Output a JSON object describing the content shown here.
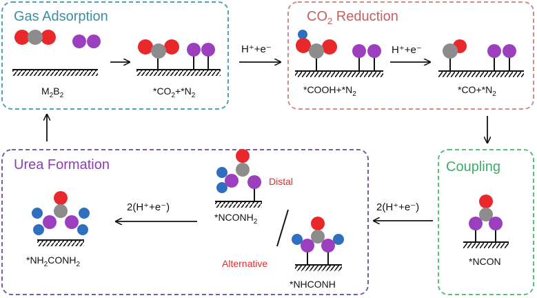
{
  "colors": {
    "O": "#e8282a",
    "C": "#8c8c8c",
    "N": "#9b3fbf",
    "H": "#2f6fbf",
    "gas_box": "#4aa3b8",
    "co2_box": "#d48a8a",
    "coupling_box": "#55c07a",
    "urea_box": "#7b5aa6",
    "accent_text": "#e8282a"
  },
  "boxes": {
    "gas": {
      "title": "Gas Adsorption"
    },
    "co2": {
      "title_pre": "CO",
      "title_sub": "2",
      "title_post": " Reduction"
    },
    "coupling": {
      "title": "Coupling"
    },
    "urea": {
      "title": "Urea Formation"
    }
  },
  "labels": {
    "m2b2": {
      "a": "M",
      "b": "2",
      "c": "B",
      "d": "2"
    },
    "co2_n2": {
      "a": "*CO",
      "b": "2",
      "c": "+*N",
      "d": "2"
    },
    "cooh_n2": {
      "a": "*COOH+*N",
      "b": "2"
    },
    "co_n2": {
      "a": "*CO+*N",
      "b": "2"
    },
    "ncon": "*NCON",
    "nconh2": {
      "a": "*NCONH",
      "b": "2"
    },
    "nhconh": "*NHCONH",
    "nh2conh2": {
      "a": "*NH",
      "b": "2",
      "c": "CONH",
      "d": "2"
    },
    "distal": "Distal",
    "alternative": "Alternative"
  },
  "steps": {
    "he1": "H⁺+e⁻",
    "he2": "H⁺+e⁻",
    "he3": "2(H⁺+e⁻)",
    "he4": "2(H⁺+e⁻)"
  }
}
